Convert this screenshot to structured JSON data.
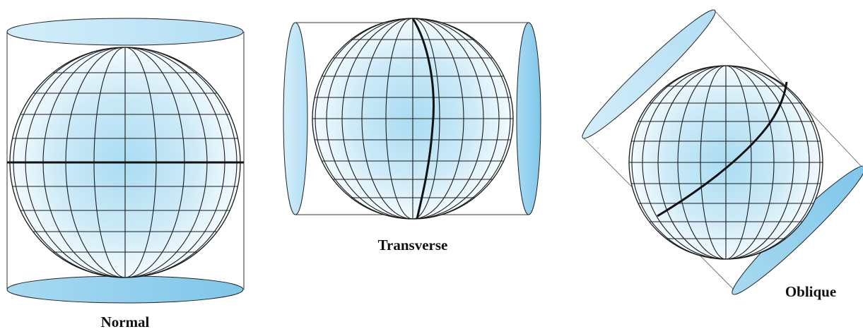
{
  "figure": {
    "labels": {
      "normal": "Normal",
      "transverse": "Transverse",
      "oblique": "Oblique"
    },
    "colors": {
      "globe_center": "#a9dcf2",
      "globe_edge": "#f4fbfe",
      "cap_fill": "#b9e2f6",
      "cap_fill_dark": "#8dcfee",
      "cap_stroke": "#1a1a1a",
      "grid_line": "#1a1a1a",
      "highlight_line": "#111111"
    }
  }
}
